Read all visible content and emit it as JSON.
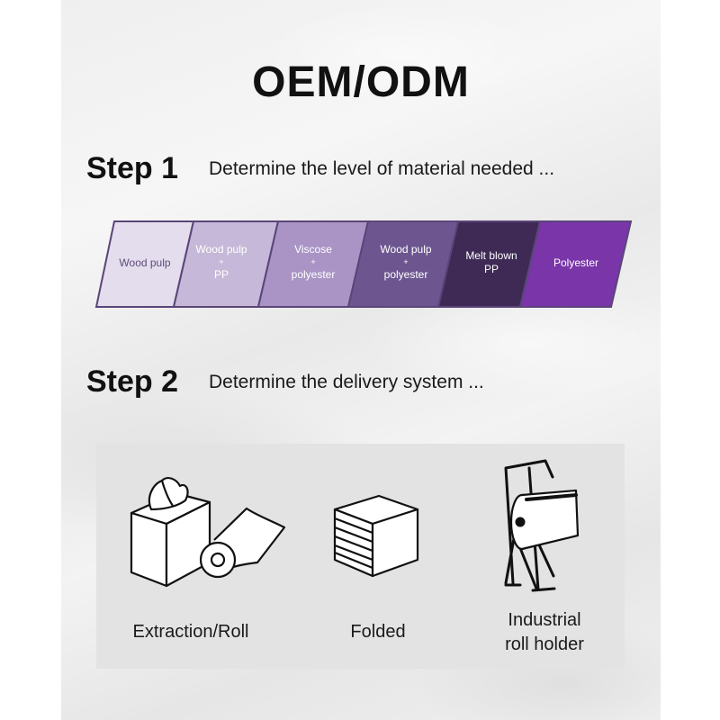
{
  "title": "OEM/ODM",
  "step1": {
    "label": "Step 1",
    "description": "Determine the level of material needed ...",
    "materials": [
      {
        "line1": "Wood pulp",
        "line2": "",
        "line3": "",
        "color": "#e4dded",
        "text_color": "#5e4b7a"
      },
      {
        "line1": "Wood pulp",
        "line2": "+",
        "line3": "PP",
        "color": "#c6b8d8",
        "text_color": "#ffffff"
      },
      {
        "line1": "Viscose",
        "line2": "+",
        "line3": "polyester",
        "color": "#a994c5",
        "text_color": "#ffffff"
      },
      {
        "line1": "Wood pulp",
        "line2": "+",
        "line3": "polyester",
        "color": "#6d5690",
        "text_color": "#ffffff"
      },
      {
        "line1": "Melt blown",
        "line2": "PP",
        "line3": "",
        "color": "#3e2a55",
        "text_color": "#ffffff"
      },
      {
        "line1": "Polyester",
        "line2": "",
        "line3": "",
        "color": "#7a35a9",
        "text_color": "#ffffff"
      }
    ]
  },
  "step2": {
    "label": "Step 2",
    "description": "Determine the delivery system ...",
    "options": [
      {
        "caption": "Extraction/Roll",
        "icon": "box-and-roll-icon"
      },
      {
        "caption": "Folded",
        "icon": "folded-stack-icon"
      },
      {
        "caption_line1": "Industrial",
        "caption_line2": "roll holder",
        "icon": "roll-holder-icon"
      }
    ]
  }
}
